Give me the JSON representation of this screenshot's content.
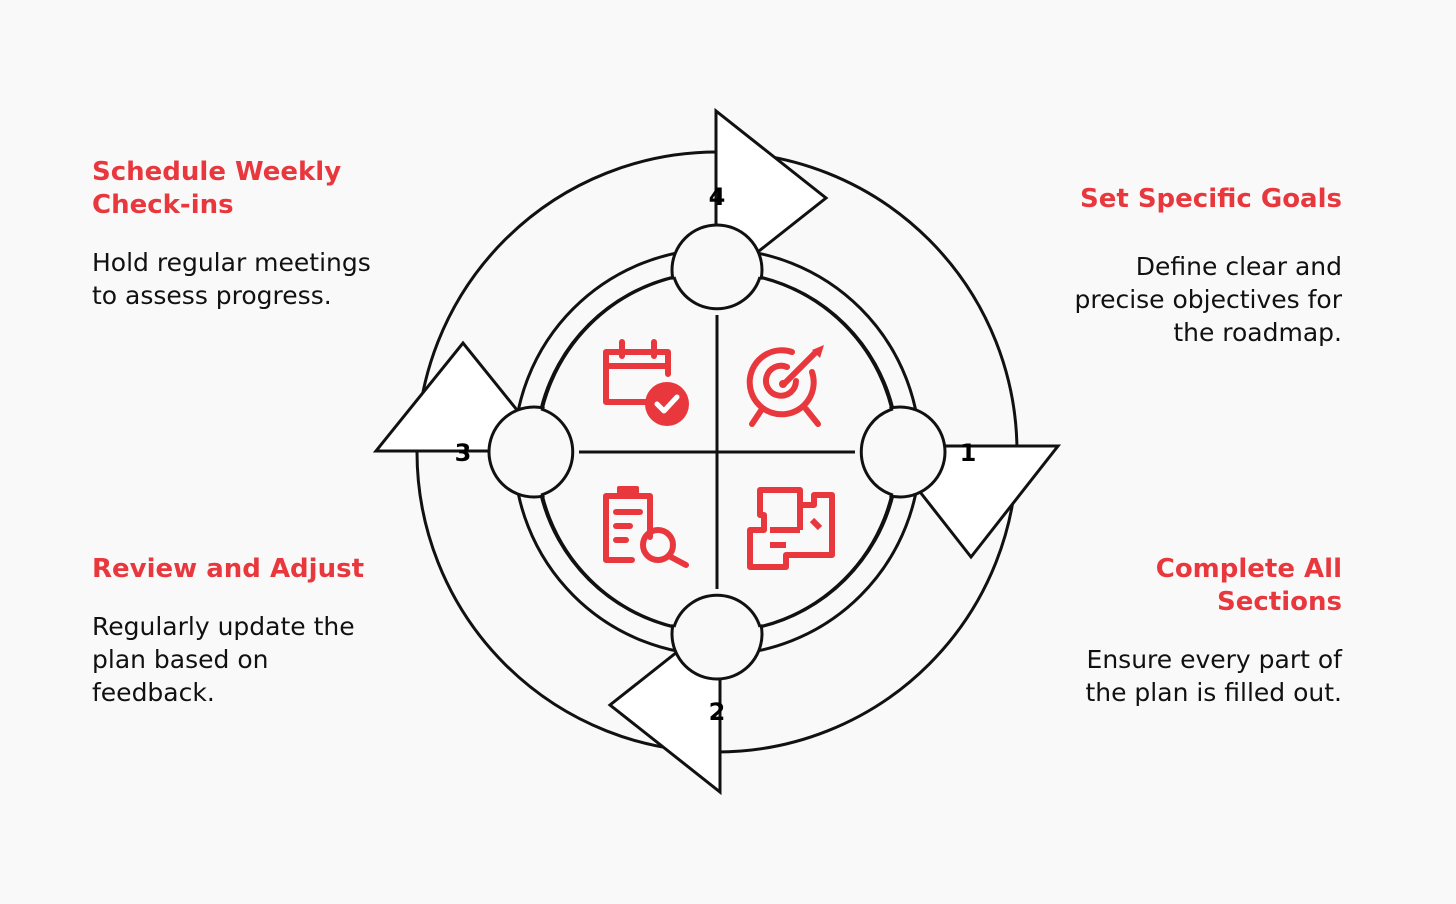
{
  "steps": [
    {
      "number": "1",
      "title": "Set Specific Goals",
      "description": "Define clear and precise objectives for the roadmap.",
      "icon": "target-icon"
    },
    {
      "number": "2",
      "title": "Complete All Sections",
      "description": "Ensure every part of the plan is filled out.",
      "icon": "puzzle-icon"
    },
    {
      "number": "3",
      "title": "Review and Adjust",
      "description": "Regularly update the plan based on feedback.",
      "icon": "clipboard-search-icon"
    },
    {
      "number": "4",
      "title": "Schedule Weekly Check-ins",
      "description": "Hold regular meetings to assess progress.",
      "icon": "calendar-check-icon"
    }
  ],
  "colors": {
    "accent": "#e8383d",
    "stroke": "#111111",
    "background": "#f9f9f9"
  }
}
